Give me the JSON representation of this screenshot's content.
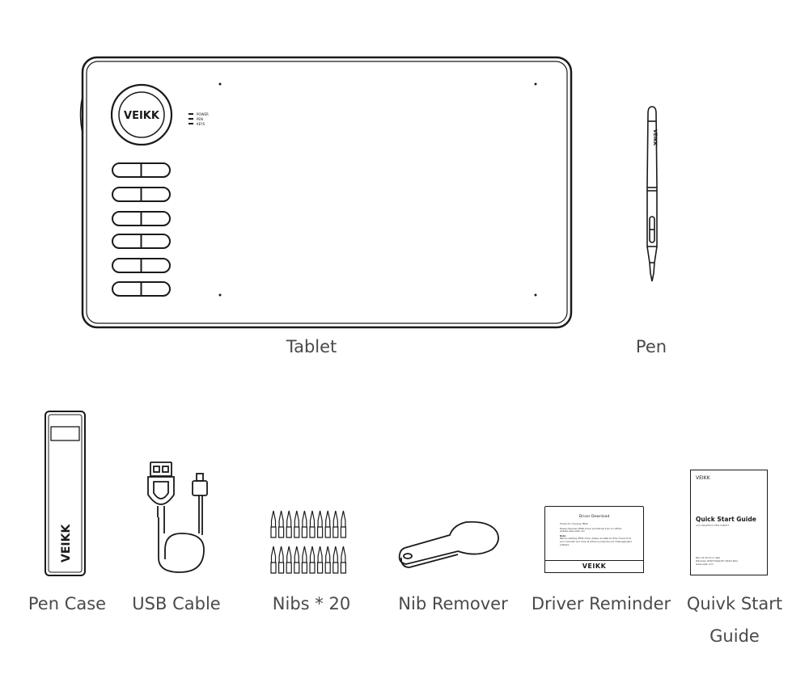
{
  "brand": "VEIKK",
  "tablet": {
    "label": "Tablet",
    "indicators": [
      "POWER",
      "PEN",
      "KEYS"
    ]
  },
  "pen": {
    "label": "Pen"
  },
  "accessories": {
    "pen_case": "Pen Case",
    "usb_cable": "USB Cable",
    "nibs": "Nibs * 20",
    "nib_remover": "Nib Remover",
    "driver_reminder": "Driver Reminder",
    "quick_start_line1": "Quivk Start",
    "quick_start_line2": "Guide"
  },
  "driver_card": {
    "title": "Driver Download",
    "line1": "Thanks for choosing VEIKK",
    "line2": "Please download VEIKK Driver and Manual from our official",
    "line3": "website www.veikk.com",
    "note_label": "Note:",
    "note1": "Before installing VEIKK driver, please uninstall all other drivers from",
    "note2": "your computer and close all antivirus programs and drawing/graphic",
    "note3": "software.",
    "footer_brand": "VEIKK"
  },
  "quick_guide": {
    "brand": "VEIKK",
    "title": "Quick Start Guide",
    "subtitle": "A15 GRAPHICS PEN TABLET",
    "req1": "Mac OS 10.10 or later",
    "req2": "Windows 10/8/7/Vista/XP (32/64 bits)",
    "req3": "www.veikk.com"
  }
}
